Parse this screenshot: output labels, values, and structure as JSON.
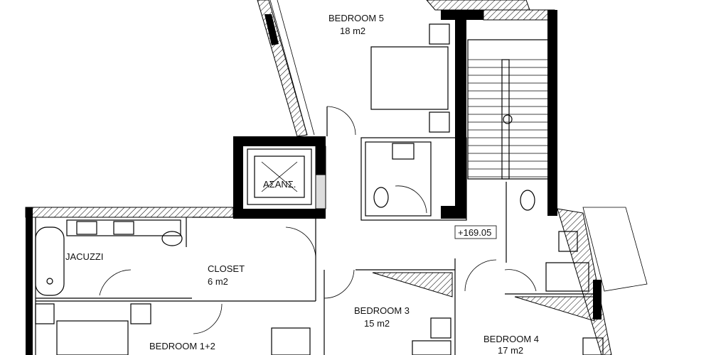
{
  "rooms": {
    "bedroom5": {
      "name": "BEDROOM 5",
      "area": "18 m2"
    },
    "elevator": {
      "name": "ΑΣΑΝΣ."
    },
    "jacuzzi": {
      "name": "JACUZZI"
    },
    "closet": {
      "name": "CLOSET",
      "area": "6 m2"
    },
    "bedroom3": {
      "name": "BEDROOM 3",
      "area": "15 m2"
    },
    "bedroom4": {
      "name": "BEDROOM 4",
      "area": "17 m2"
    },
    "bedroom12": {
      "name": "BEDROOM 1+2"
    }
  },
  "level": "+169.05"
}
